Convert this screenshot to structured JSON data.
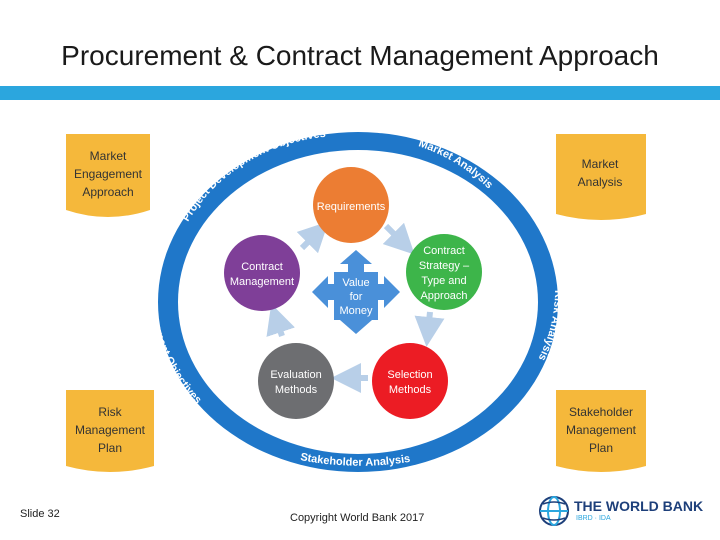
{
  "slide": {
    "title": "Procurement & Contract Management Approach",
    "number": "Slide 32",
    "copyright": "Copyright World Bank 2017"
  },
  "logo": {
    "title": "THE WORLD BANK",
    "subtitle": "IBRD · IDA"
  },
  "colors": {
    "accent_bar": "#2ba6de",
    "ring": "#1f77c9",
    "banner": "#f5b83b",
    "requirements": "#ec7d33",
    "contract_strategy": "#3db54a",
    "selection_methods": "#ec1c24",
    "evaluation_methods": "#6d6e71",
    "contract_management": "#7f3f98",
    "center": "#4a90d9"
  },
  "banners": {
    "top_left": [
      "Market",
      "Engagement",
      "Approach"
    ],
    "top_right": [
      "Market",
      "Analysis"
    ],
    "bottom_left": [
      "Risk",
      "Management",
      "Plan"
    ],
    "bottom_right": [
      "Stakeholder",
      "Management",
      "Plan"
    ]
  },
  "ring_labels": {
    "top_left": "Project Development Objectives",
    "top_right": "Market Analysis",
    "right": "Risk Analysis",
    "bottom": "Stakeholder Analysis",
    "left": "Procurement Objectives"
  },
  "cycle": {
    "requirements": [
      "Requirements"
    ],
    "contract_strategy": [
      "Contract",
      "Strategy –",
      "Type and",
      "Approach"
    ],
    "selection_methods": [
      "Selection",
      "Methods"
    ],
    "evaluation_methods": [
      "Evaluation",
      "Methods"
    ],
    "contract_management": [
      "Contract",
      "Management"
    ]
  },
  "center": [
    "Value",
    "for",
    "Money"
  ]
}
